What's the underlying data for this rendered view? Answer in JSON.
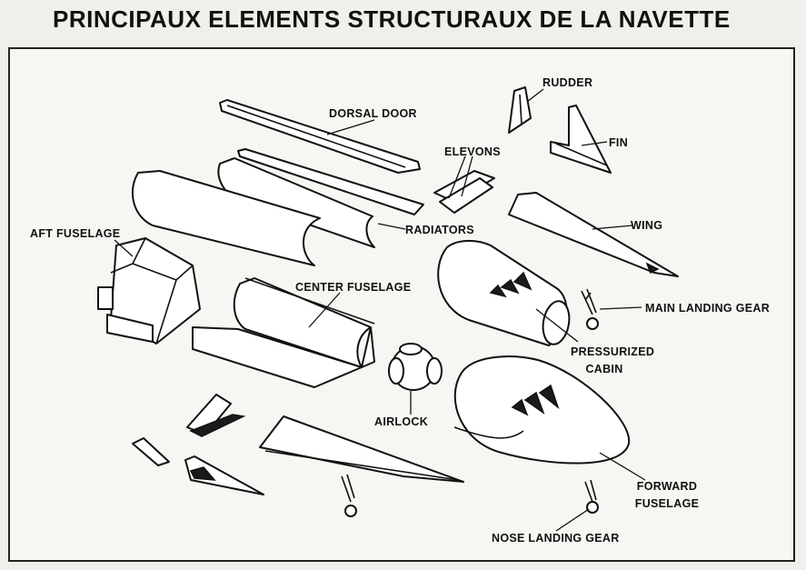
{
  "title": "PRINCIPAUX ELEMENTS STRUCTURAUX DE LA NAVETTE",
  "labels": {
    "dorsal_door": "DORSAL DOOR",
    "rudder": "RUDDER",
    "fin": "FIN",
    "elevons": "ELEVONS",
    "radiators": "RADIATORS",
    "wing": "WING",
    "aft_fuselage": "AFT FUSELAGE",
    "center_fuselage": "CENTER FUSELAGE",
    "main_landing_gear": "MAIN LANDING GEAR",
    "pressurized_cabin_1": "PRESSURIZED",
    "pressurized_cabin_2": "CABIN",
    "airlock": "AIRLOCK",
    "forward_fuselage_1": "FORWARD",
    "forward_fuselage_2": "FUSELAGE",
    "nose_landing_gear": "NOSE LANDING GEAR"
  }
}
